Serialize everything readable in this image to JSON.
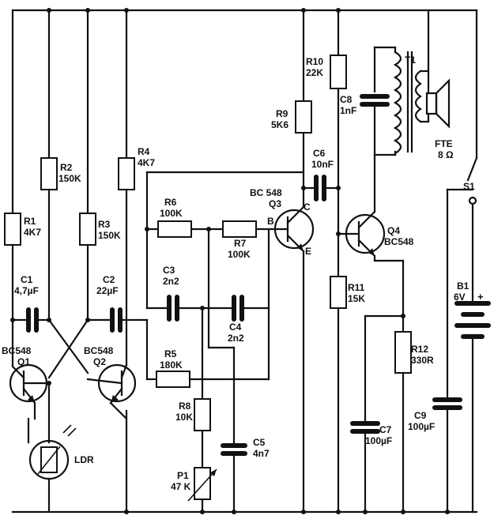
{
  "labels": {
    "r1": [
      "R1",
      "4K7"
    ],
    "r2": [
      "R2",
      "150K"
    ],
    "r3": [
      "R3",
      "150K"
    ],
    "r4": [
      "R4",
      "4K7"
    ],
    "r5": [
      "R5",
      "180K"
    ],
    "r6": [
      "R6",
      "100K"
    ],
    "r7": [
      "R7",
      "100K"
    ],
    "r8": [
      "R8",
      "10K"
    ],
    "r9": [
      "R9",
      "5K6"
    ],
    "r10": [
      "R10",
      "22K"
    ],
    "r11": [
      "R11",
      "15K"
    ],
    "r12": [
      "R12",
      "330R"
    ],
    "c1": [
      "C1",
      "4,7µF"
    ],
    "c2": [
      "C2",
      "22µF"
    ],
    "c3": [
      "C3",
      "2n2"
    ],
    "c4": [
      "C4",
      "2n2"
    ],
    "c5": [
      "C5",
      "4n7"
    ],
    "c6": [
      "C6",
      "10nF"
    ],
    "c7": [
      "C7",
      "100µF"
    ],
    "c8": [
      "C8",
      "1nF"
    ],
    "c9": [
      "C9",
      "100µF"
    ],
    "q1": [
      "BC548",
      "Q1"
    ],
    "q2": [
      "BC548",
      "Q2"
    ],
    "q3": [
      "BC 548",
      "Q3"
    ],
    "q4": [
      "Q4",
      "BC548"
    ],
    "q3_pins": [
      "B",
      "C",
      "E"
    ],
    "p1": [
      "P1",
      "47 K"
    ],
    "ldr": "LDR",
    "t1": "T1",
    "speaker": [
      "FTE",
      "8 Ω"
    ],
    "s1": "S1",
    "b1": [
      "B1",
      "6V",
      "+"
    ]
  }
}
